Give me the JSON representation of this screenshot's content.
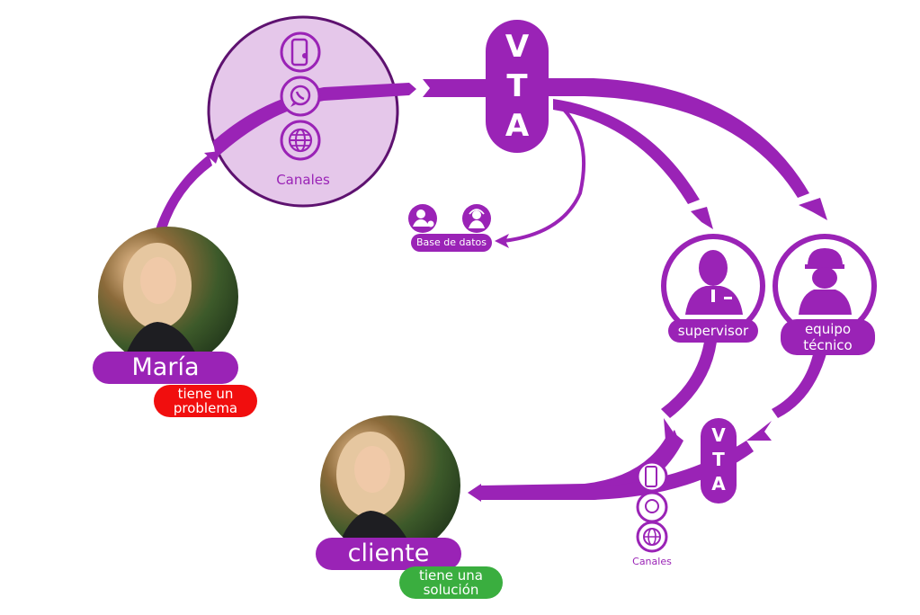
{
  "colors": {
    "primary": "#9a23b6",
    "light": "#e5c7ea",
    "dark_outline": "#5e1270",
    "problem": "#f10e0e",
    "solution": "#3aae3f"
  },
  "channels_top": {
    "label": "Canales",
    "icons": [
      "smartphone-touch-icon",
      "whatsapp-icon",
      "globe-icon"
    ]
  },
  "vta_top": {
    "letters": [
      "V",
      "T",
      "A"
    ]
  },
  "database": {
    "label": "Base de datos",
    "icons": [
      "admin-user-gear-icon",
      "support-agent-headset-icon"
    ]
  },
  "supervisor": {
    "label": "supervisor",
    "icon": "supervisor-icon"
  },
  "technical_team": {
    "label_line1": "equipo",
    "label_line2": "técnico",
    "icon": "worker-hardhat-icon"
  },
  "maria": {
    "name": "María",
    "status_line1": "tiene un",
    "status_line2": "problema"
  },
  "client": {
    "name": "cliente",
    "status_line1": "tiene una",
    "status_line2": "solución"
  },
  "vta_bottom": {
    "letters": [
      "V",
      "T",
      "A"
    ]
  },
  "channels_bottom": {
    "label": "Canales",
    "icons": [
      "smartphone-touch-icon",
      "whatsapp-icon",
      "globe-icon"
    ]
  }
}
